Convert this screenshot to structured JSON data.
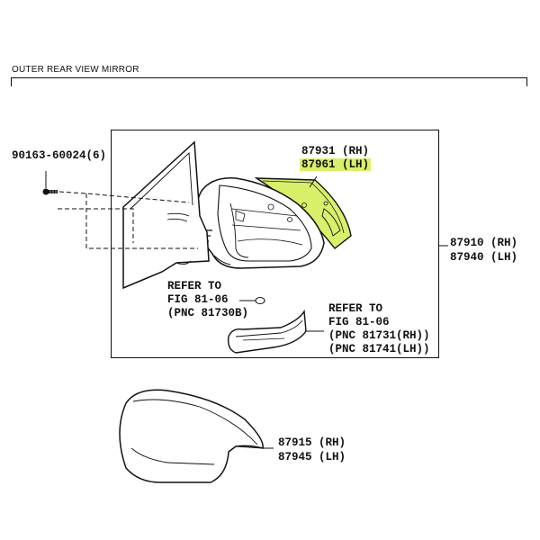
{
  "header": {
    "title": "OUTER REAR VIEW MIRROR"
  },
  "parts": {
    "bolt": {
      "number": "90163-60024",
      "qty": "(6)"
    },
    "mirror_glass": {
      "rh": "87931 (RH)",
      "lh": "87961 (LH)"
    },
    "mirror_assembly": {
      "rh": "87910 (RH)",
      "lh": "87940 (LH)"
    },
    "mirror_cover": {
      "rh": "87915 (RH)",
      "lh": "87945 (LH)"
    }
  },
  "references": {
    "lamp_ref": {
      "line1": "REFER TO",
      "line2": "FIG 81-06",
      "line3": "(PNC 81730B)"
    },
    "turn_signal_ref": {
      "line1": "REFER TO",
      "line2": "FIG 81-06",
      "line3": "(PNC 81731(RH))",
      "line4": "(PNC 81741(LH))"
    }
  },
  "colors": {
    "highlight": "#d8f06a",
    "ink": "#111111"
  }
}
